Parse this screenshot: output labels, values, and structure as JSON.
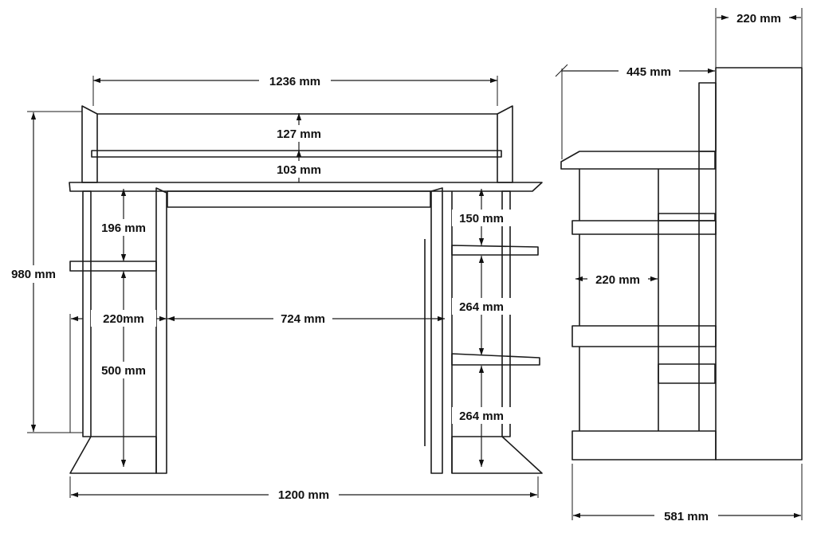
{
  "front_view": {
    "overall_width_top": "1236 mm",
    "hutch_back_height": "127 mm",
    "hutch_shelf_height": "103 mm",
    "overall_height": "980 mm",
    "left_upper_gap": "196 mm",
    "left_module_width": "220mm",
    "left_lower_gap": "500 mm",
    "knee_space_width": "724 mm",
    "right_upper_gap": "150 mm",
    "right_middle_gap": "264 mm",
    "right_lower_gap": "264 mm",
    "base_width": "1200 mm"
  },
  "side_view": {
    "top_depth": "220 mm",
    "desk_depth": "445 mm",
    "shelf_depth": "220 mm",
    "base_depth": "581 mm"
  }
}
